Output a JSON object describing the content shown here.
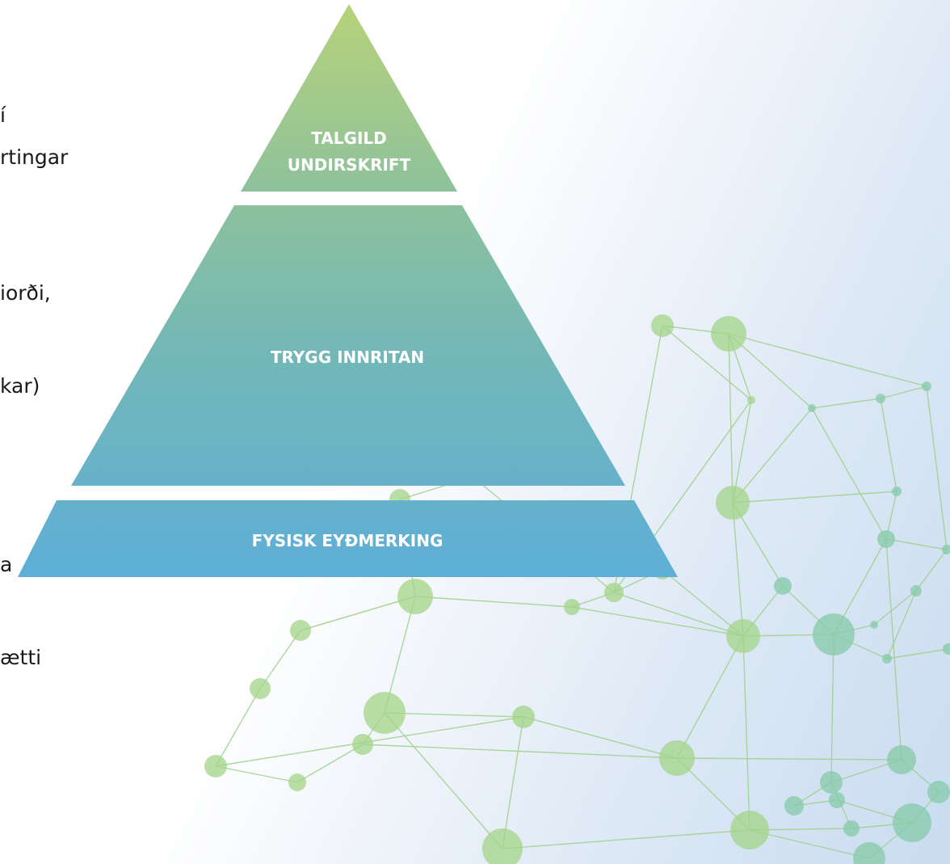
{
  "text_fragments": [
    "í",
    "rtingar",
    "iorði,",
    "kar)",
    "a",
    "ætti"
  ],
  "pyramid": {
    "tiers": [
      {
        "lines": [
          "TALGILD",
          "UNDIRSKRIFT"
        ]
      },
      {
        "lines": [
          "TRYGG INNRITAN"
        ]
      },
      {
        "lines": [
          "FYSISK EYÐMERKING"
        ]
      }
    ]
  },
  "colors": {
    "pyramid_top": "#b7d27a",
    "pyramid_mid": "#6fb7c0",
    "pyramid_bottom": "#5fb0d6",
    "network_line": "#9fd08a",
    "network_node": "#8fcf86",
    "label_text": "#ffffff"
  }
}
